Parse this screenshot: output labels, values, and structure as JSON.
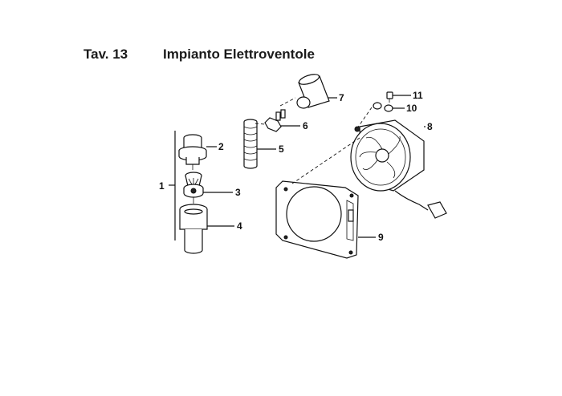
{
  "header": {
    "table_number": "Tav. 13",
    "table_title": "Impianto Elettroventole"
  },
  "callouts": [
    "1",
    "2",
    "3",
    "4",
    "5",
    "6",
    "7",
    "8",
    "9",
    "10",
    "11"
  ]
}
